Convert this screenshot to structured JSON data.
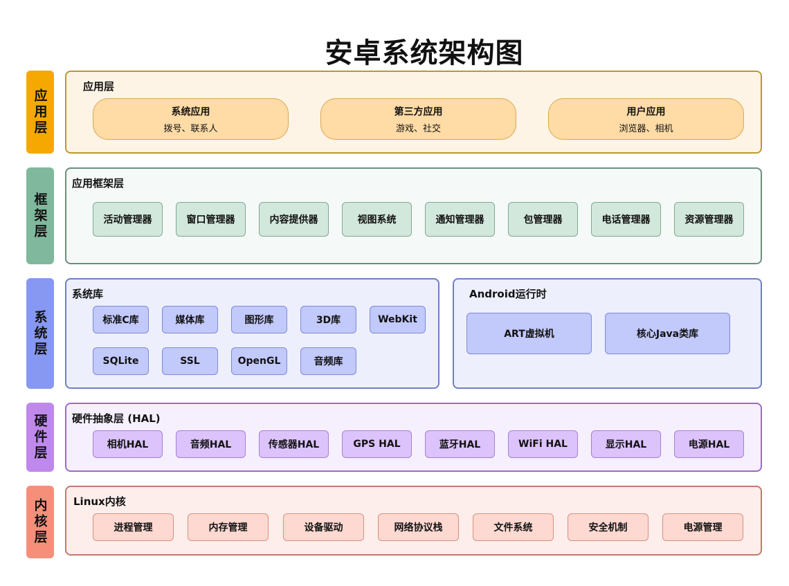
{
  "title": "安卓系统架构图",
  "side_labels": [
    "应用层",
    "框架层",
    "系统层",
    "硬件层",
    "内核层"
  ],
  "app_layer": {
    "title": "应用层",
    "apps": [
      {
        "name": "系统应用",
        "desc": "拨号、联系人"
      },
      {
        "name": "第三方应用",
        "desc": "游戏、社交"
      },
      {
        "name": "用户应用",
        "desc": "浏览器、相机"
      }
    ]
  },
  "framework_layer": {
    "title": "应用框架层",
    "items": [
      "活动管理器",
      "窗口管理器",
      "内容提供器",
      "视图系统",
      "通知管理器",
      "包管理器",
      "电话管理器",
      "资源管理器"
    ]
  },
  "system_libs": {
    "title": "系统库",
    "items": [
      "标准C库",
      "媒体库",
      "图形库",
      "3D库",
      "WebKit",
      "SQLite",
      "SSL",
      "OpenGL",
      "音频库"
    ]
  },
  "android_runtime": {
    "title": "Android运行时",
    "items": [
      "ART虚拟机",
      "核心Java类库"
    ]
  },
  "hal_layer": {
    "title": "硬件抽象层 (HAL)",
    "items": [
      "相机HAL",
      "音频HAL",
      "传感器HAL",
      "GPS HAL",
      "蓝牙HAL",
      "WiFi HAL",
      "显示HAL",
      "电源HAL"
    ]
  },
  "kernel_layer": {
    "title": "Linux内核",
    "items": [
      "进程管理",
      "内存管理",
      "设备驱动",
      "网络协议栈",
      "文件系统",
      "安全机制",
      "电源管理"
    ]
  },
  "colors": {
    "app": "#f5a800",
    "framework": "#7fb89c",
    "system": "#8798f2",
    "hardware": "#bf89ec",
    "kernel": "#f58f79"
  }
}
